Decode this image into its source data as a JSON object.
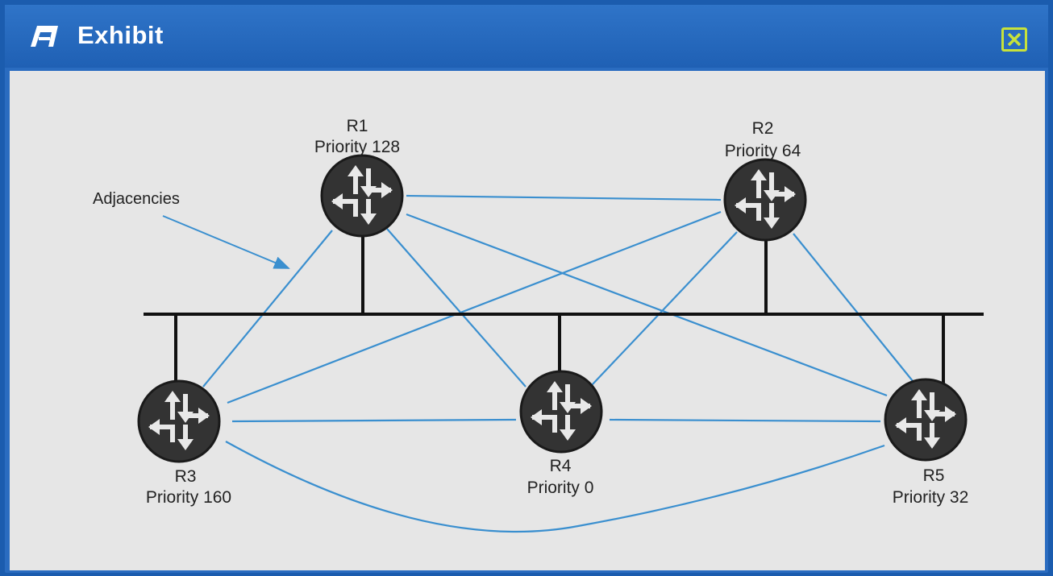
{
  "window": {
    "title": "Exhibit",
    "icons": {
      "app": "exhibit-icon",
      "close": "close-icon"
    },
    "colors": {
      "titlebar": "#1f60b4",
      "close_accent": "#c8e23a",
      "link": "#3a8fcf"
    }
  },
  "diagram": {
    "annotation": "Adjacencies",
    "routers": [
      {
        "id": "R1",
        "name": "R1",
        "priority": "Priority 128"
      },
      {
        "id": "R2",
        "name": "R2",
        "priority": "Priority 64"
      },
      {
        "id": "R3",
        "name": "R3",
        "priority": "Priority 160"
      },
      {
        "id": "R4",
        "name": "R4",
        "priority": "Priority 0"
      },
      {
        "id": "R5",
        "name": "R5",
        "priority": "Priority 32"
      }
    ],
    "adjacencies": [
      [
        "R1",
        "R2"
      ],
      [
        "R1",
        "R3"
      ],
      [
        "R1",
        "R4"
      ],
      [
        "R1",
        "R5"
      ],
      [
        "R2",
        "R3"
      ],
      [
        "R2",
        "R4"
      ],
      [
        "R2",
        "R5"
      ],
      [
        "R3",
        "R4"
      ],
      [
        "R3",
        "R5"
      ],
      [
        "R4",
        "R5"
      ]
    ]
  }
}
